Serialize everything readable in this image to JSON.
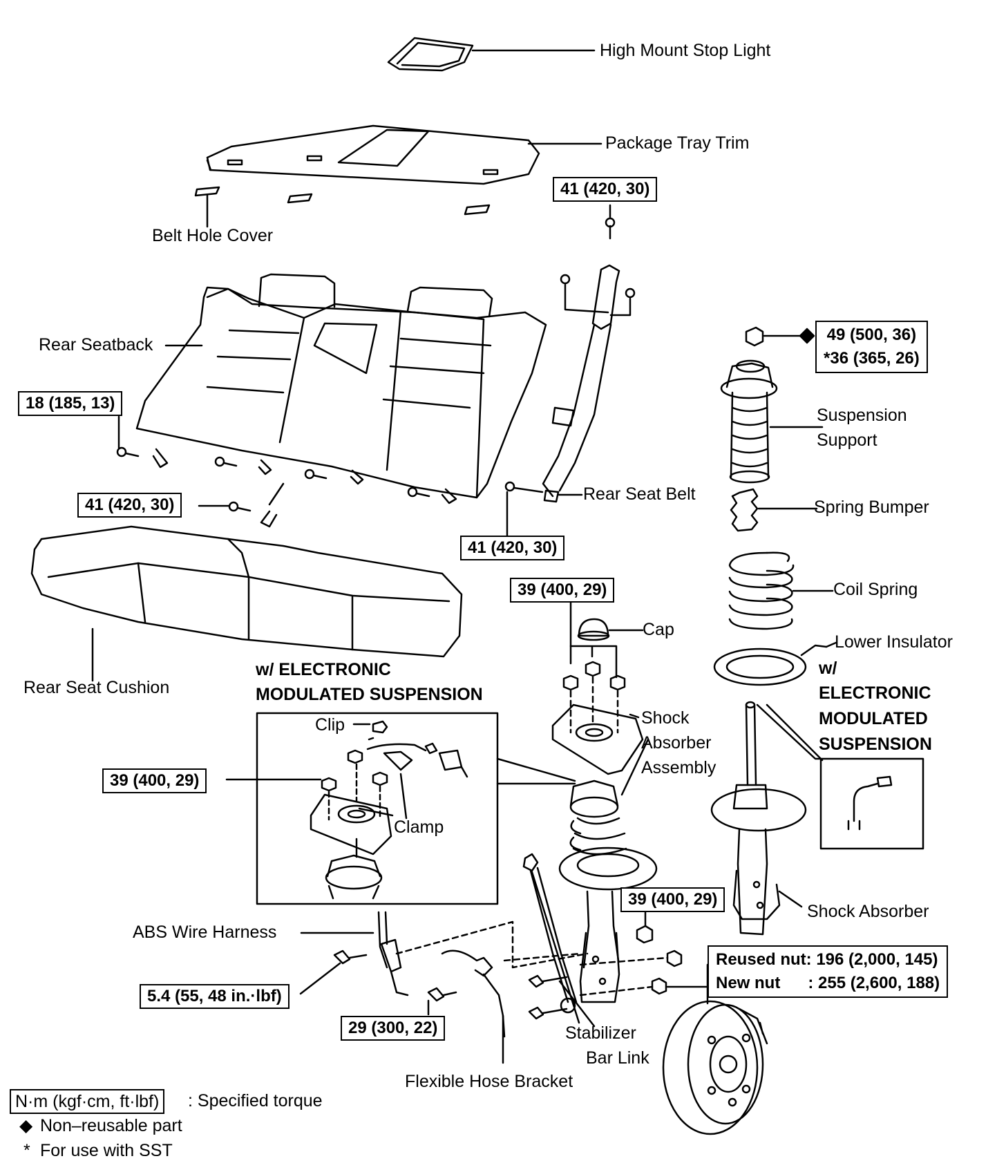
{
  "labels": {
    "high_mount_stop_light": "High Mount Stop Light",
    "package_tray_trim": "Package Tray Trim",
    "belt_hole_cover": "Belt Hole Cover",
    "rear_seatback": "Rear Seatback",
    "rear_seat_belt": "Rear Seat Belt",
    "rear_seat_cushion": "Rear Seat Cushion",
    "suspension_support_1": "Suspension",
    "suspension_support_2": "Support",
    "spring_bumper": "Spring  Bumper",
    "coil_spring": "Coil Spring",
    "lower_insulator": "Lower Insulator",
    "cap": "Cap",
    "shock_absorber_assembly_1": "Shock",
    "shock_absorber_assembly_2": "Absorber",
    "shock_absorber_assembly_3": "Assembly",
    "shock_absorber": "Shock Absorber",
    "clip": "Clip",
    "clamp": "Clamp",
    "abs_wire_harness": "ABS Wire Harness",
    "stabilizer_bar_link_1": "Stabilizer",
    "stabilizer_bar_link_2": "Bar Link",
    "flexible_hose_bracket": "Flexible Hose Bracket",
    "ems_heading_1": "w/ ELECTRONIC",
    "ems_heading_2": "MODULATED SUSPENSION",
    "ems_right_1": "w/",
    "ems_right_2": "ELECTRONIC",
    "ems_right_3": "MODULATED",
    "ems_right_4": "SUSPENSION"
  },
  "torque": {
    "belt_top": "41 (420, 30)",
    "seatback": "18 (185, 13)",
    "cushion": "41 (420, 30)",
    "belt_lower": "41 (420, 30)",
    "support_nut_1": "49 (500, 36)",
    "support_nut_2": "*36 (365, 26)",
    "upper_mount": "39 (400, 29)",
    "ems_mount": "39 (400, 29)",
    "stabilizer_nut": "39 (400, 29)",
    "knuckle_reused": "Reused nut: 196 (2,000, 145)",
    "knuckle_new": "New nut      : 255 (2,600, 188)",
    "abs_harness": "5.4 (55, 48 in.·lbf)",
    "hose_bracket": "29 (300, 22)"
  },
  "legend": {
    "torque_unit": "N·m (kgf·cm, ft·lbf)",
    "torque_desc": ": Specified torque",
    "nonreusable_symbol": "◆",
    "nonreusable_desc": "Non–reusable part",
    "sst_symbol": "*",
    "sst_desc": "For use with SST"
  },
  "icons": {
    "stop_light": "high-mount-stop-light-icon",
    "tray": "package-tray-icon",
    "seatback": "rear-seatback-icon",
    "cushion": "rear-seat-cushion-icon",
    "belt": "seat-belt-icon",
    "support": "suspension-support-icon",
    "bumper": "spring-bumper-icon",
    "coil": "coil-spring-icon",
    "insulator": "lower-insulator-icon",
    "strut": "shock-absorber-icon",
    "assembly": "shock-absorber-assembly-icon",
    "rotor": "brake-rotor-icon",
    "diamond": "non-reusable-diamond-icon"
  }
}
